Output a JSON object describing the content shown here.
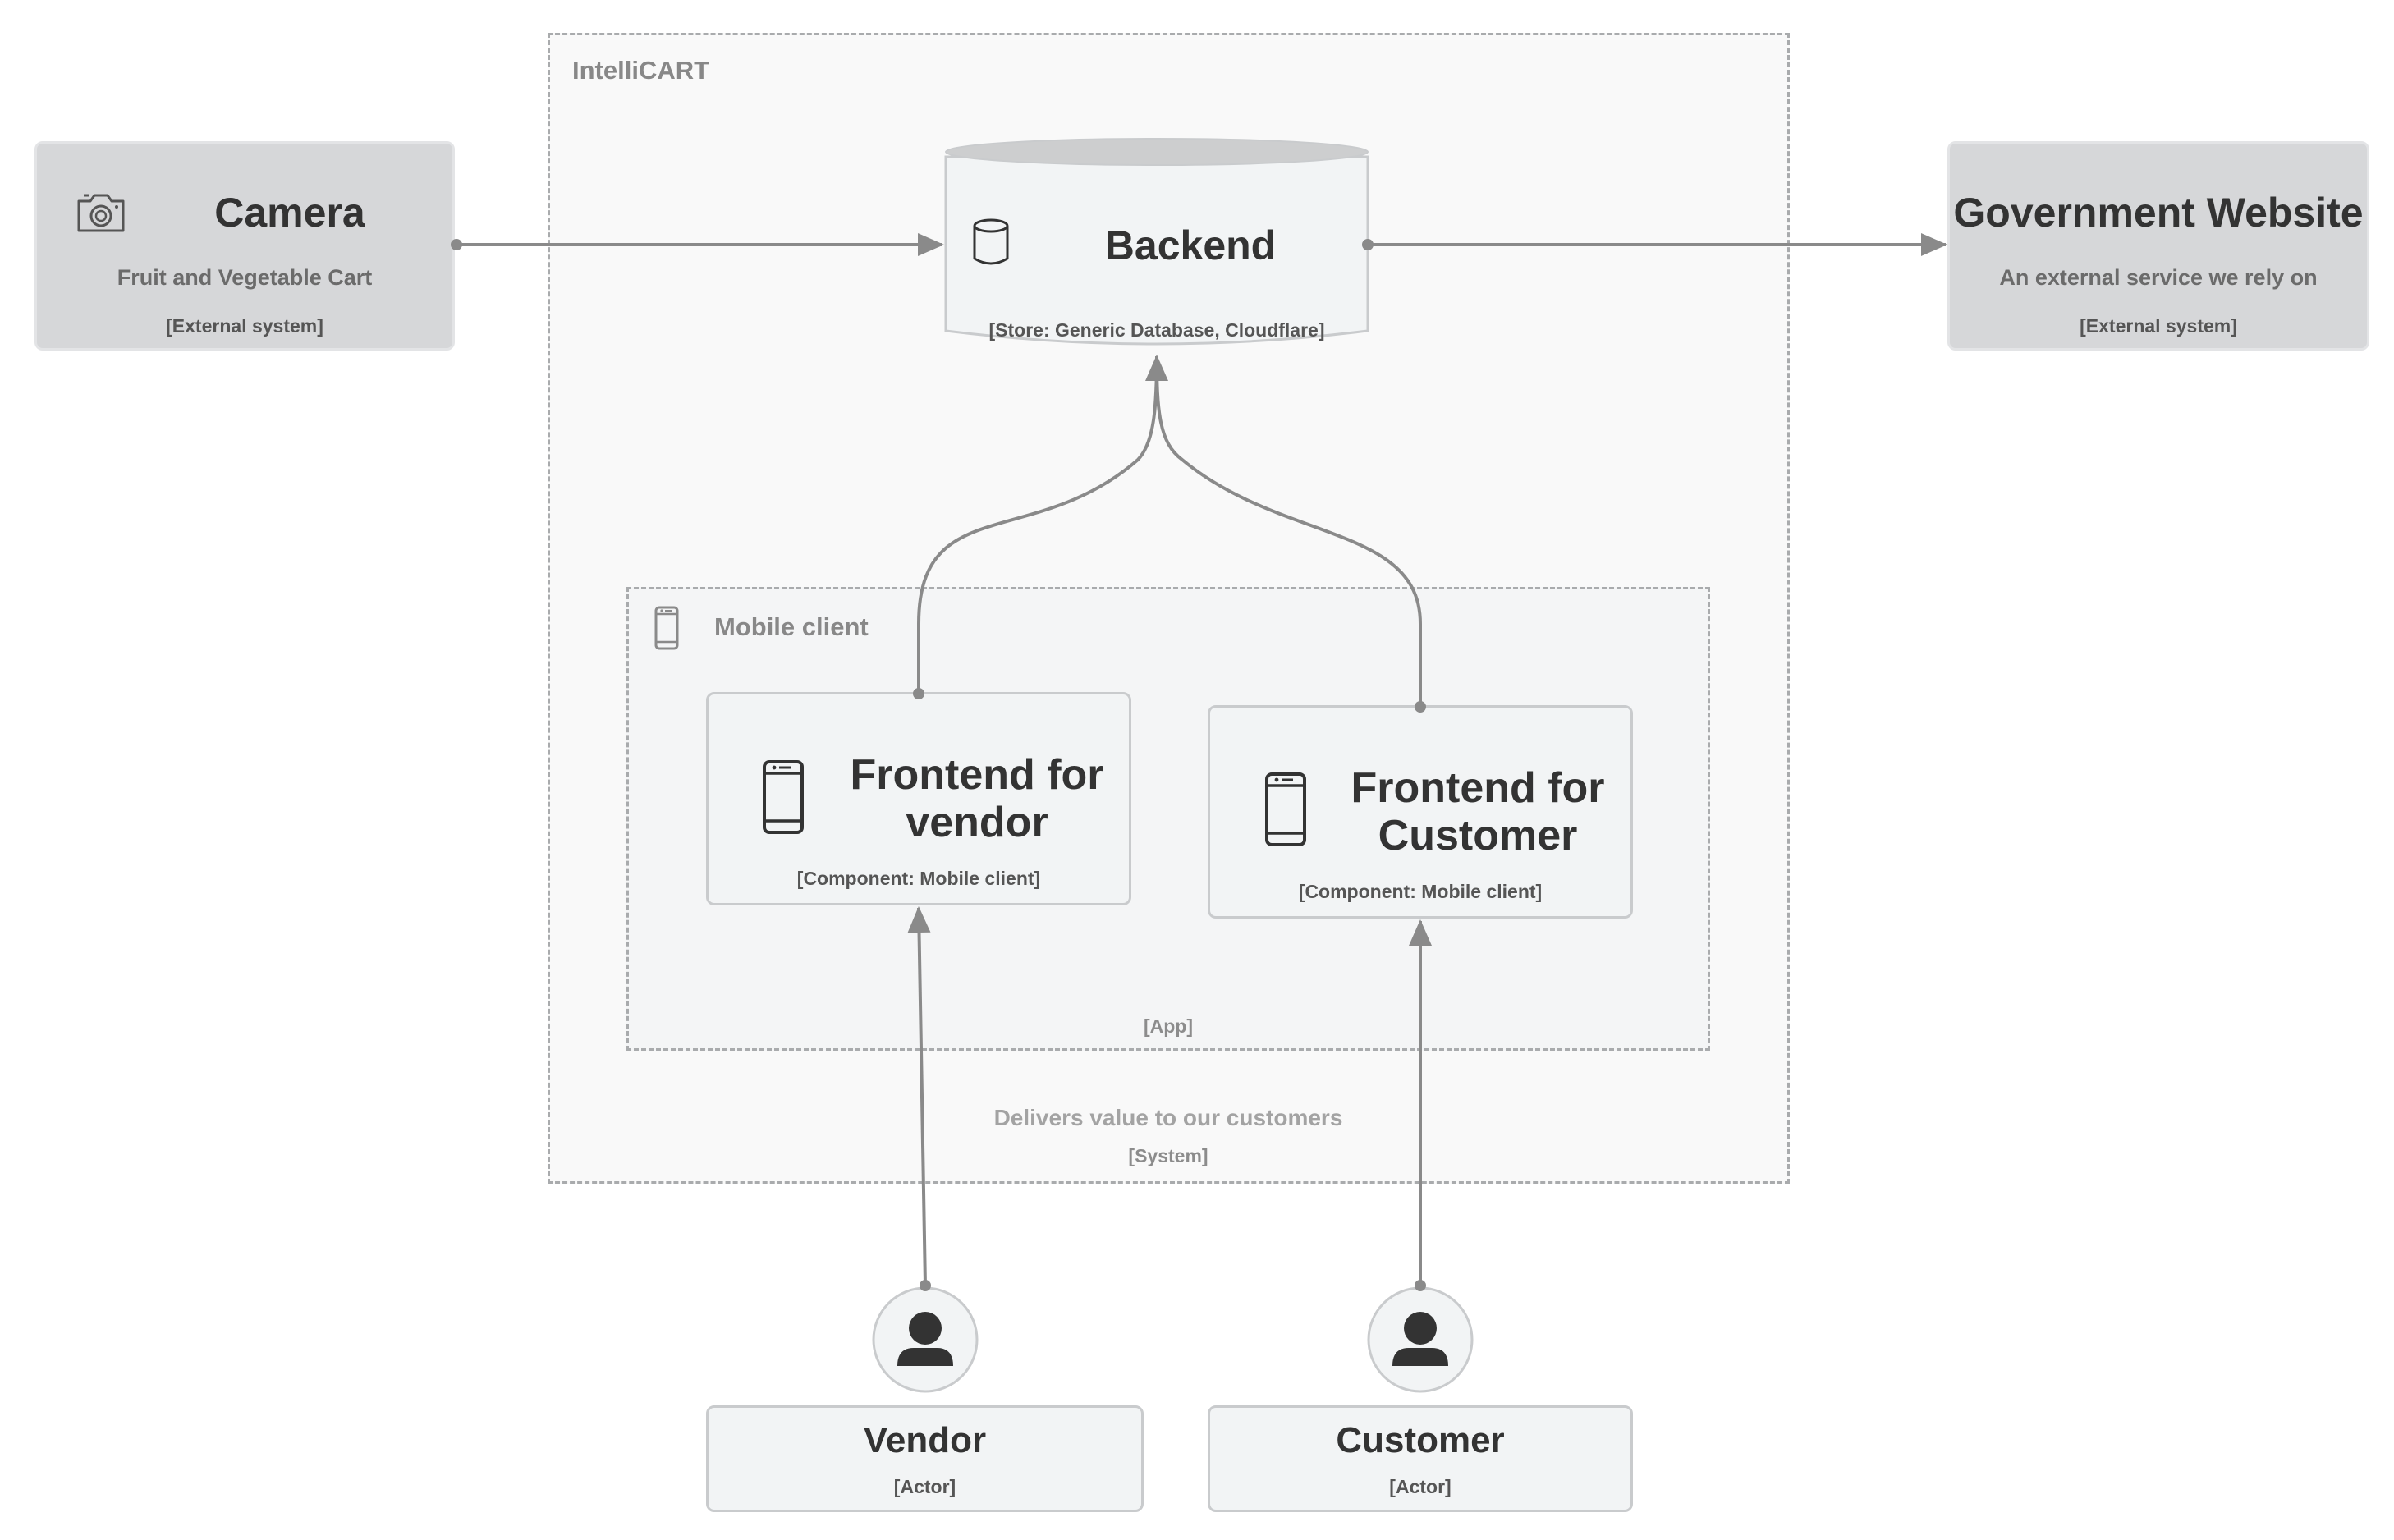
{
  "system": {
    "name": "IntelliCART",
    "description": "Delivers value to our customers",
    "type": "[System]"
  },
  "app": {
    "name": "Mobile client",
    "type": "[App]"
  },
  "camera": {
    "name": "Camera",
    "description": "Fruit and Vegetable Cart",
    "type": "[External system]"
  },
  "government": {
    "name": "Government Website",
    "description": "An external service we rely on",
    "type": "[External system]"
  },
  "backend": {
    "name": "Backend",
    "type": "[Store: Generic Database, Cloudflare]"
  },
  "frontend_vendor": {
    "name_line1": "Frontend for",
    "name_line2": "vendor",
    "type": "[Component: Mobile client]"
  },
  "frontend_customer": {
    "name_line1": "Frontend for",
    "name_line2": "Customer",
    "type": "[Component: Mobile client]"
  },
  "vendor": {
    "name": "Vendor",
    "type": "[Actor]"
  },
  "customer": {
    "name": "Customer",
    "type": "[Actor]"
  },
  "icons": {
    "camera": "camera-icon",
    "backend": "database-icon",
    "app": "smartphone-icon",
    "frontend": "smartphone-icon",
    "actor": "person-icon"
  },
  "colors": {
    "external": "#d6d7d9",
    "component": "#f2f4f5",
    "connector": "#8a8a8a",
    "text_dark": "#333333"
  }
}
